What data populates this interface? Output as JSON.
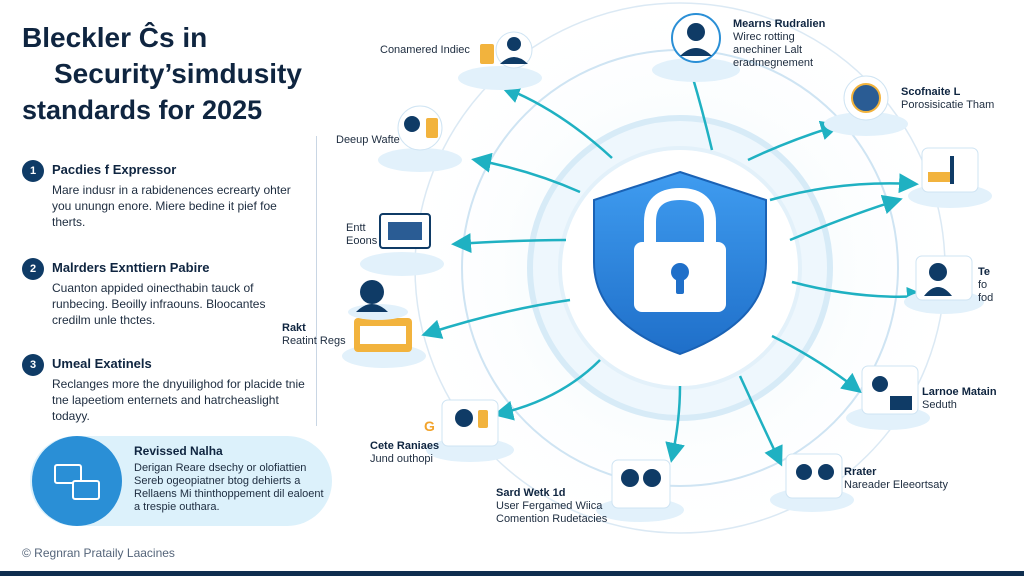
{
  "title": {
    "line1": "Bleckler Ĉs in",
    "line2": "Security’simdusity",
    "line3": "standards for 2025"
  },
  "steps": [
    {
      "num": "1",
      "heading": "Pacdies f Expressor",
      "body": "Mare indusr in a rabidenences ecrearty ohter you unungn enore. Miere bedine it pief foe therts."
    },
    {
      "num": "2",
      "heading": "Malrders Exnttiern Pabire",
      "body": "Cuanton appided oinecthabin tauck of runbecing. Beoilly infraouns. Bloocantes credilm unle thctes."
    },
    {
      "num": "3",
      "heading": "Umeal Exatinels",
      "body": "Reclanges more the dnyuilighod for placide tnie tne lapeetiom enternets and hatrcheaslight todayy."
    }
  ],
  "callout": {
    "heading": "Revissed Nalha",
    "body": "Derigan Reare dsechy or olofiattien Sereb ogeopiatner btog dehierts a Rellaens Mi thinthoppement dil ealoent a trespie outhara."
  },
  "footer": {
    "note": "© Regnran Prataily Laacines"
  },
  "nodes": [
    {
      "id": "top-left-a",
      "label": "Conamered Indiec",
      "sub": "",
      "icon": "people-icon"
    },
    {
      "id": "top-right",
      "label": "Mearns Rudralien",
      "sub": "Wirec rotting anechiner Lalt eradmegnement",
      "icon": "person-icon"
    },
    {
      "id": "right-1",
      "label": "Scofnaite L",
      "sub": "Porosisicatie Tham",
      "icon": "badge-icon"
    },
    {
      "id": "right-2",
      "label": "",
      "sub": "",
      "icon": "tools-icon"
    },
    {
      "id": "right-3",
      "label": "Te",
      "sub": "fo fod",
      "icon": "team-icon"
    },
    {
      "id": "right-4",
      "label": "Larnoe Matain",
      "sub": "Seduth",
      "icon": "monitor-icon"
    },
    {
      "id": "bottom-right",
      "label": "Rrater",
      "sub": "Nareader Eleeortsaty",
      "icon": "group-icon"
    },
    {
      "id": "bottom-mid",
      "label": "Sard Wetk 1d",
      "sub": "User Fergamed Wiica Comention Rudetacies",
      "icon": "couple-icon"
    },
    {
      "id": "bottom-left",
      "label": "Cete Raniaes",
      "sub": "Jund outhopi",
      "icon": "phone-icon"
    },
    {
      "id": "left-3",
      "label": "Rakt",
      "sub": "Reatint Regs",
      "icon": "box-icon"
    },
    {
      "id": "left-4",
      "label": "",
      "sub": "",
      "icon": "worker-icon"
    },
    {
      "id": "left-2",
      "label": "Entt",
      "sub": "Eoons",
      "icon": "laptop-icon"
    },
    {
      "id": "left-1",
      "label": "Deeup Wafte",
      "sub": "",
      "icon": "wifi-icon"
    }
  ],
  "callout_letter": "G",
  "colors": {
    "accent": "#2a8fd6",
    "navy": "#0f2e4f",
    "arrow": "#1fb1c2",
    "ring": "#cfe4f3",
    "shield": "#2f86e0"
  }
}
